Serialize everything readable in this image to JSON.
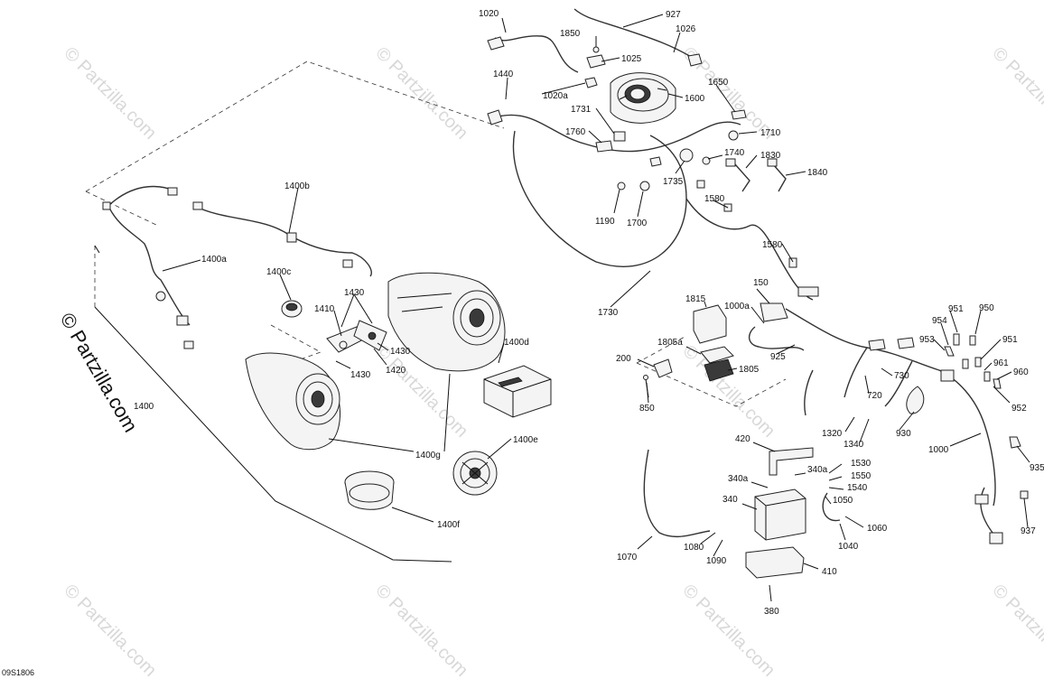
{
  "diagram": {
    "diagram_code": "09S1806",
    "watermark": "© Partzilla.com",
    "watermark_small": "© Partzilla.com",
    "callouts": {
      "c1020": "1020",
      "c927": "927",
      "c1850": "1850",
      "c1026": "1026",
      "c1025": "1025",
      "c1440": "1440",
      "c1020a": "1020a",
      "c1600": "1600",
      "c1650": "1650",
      "c1731": "1731",
      "c1760": "1760",
      "c1710": "1710",
      "c1740": "1740",
      "c1830": "1830",
      "c1840": "1840",
      "c1735": "1735",
      "c1580": "1580",
      "c1190": "1190",
      "c1700": "1700",
      "c1400b": "1400b",
      "c1400a": "1400a",
      "c1400c": "1400c",
      "c1430a": "1430",
      "c1410": "1410",
      "c1430b": "1430",
      "c1430c": "1430",
      "c1420": "1420",
      "c1400": "1400",
      "c1400d": "1400d",
      "c1400g": "1400g",
      "c1400e": "1400e",
      "c1400f": "1400f",
      "c1730": "1730",
      "c1580b": "1580",
      "c1815": "1815",
      "c1000a": "1000a",
      "c150": "150",
      "c1805a": "1805a",
      "c200": "200",
      "c1805": "1805",
      "c925": "925",
      "c850": "850",
      "c951a": "951",
      "c950": "950",
      "c954": "954",
      "c953": "953",
      "c951b": "951",
      "c961": "961",
      "c960": "960",
      "c730": "730",
      "c720": "720",
      "c952": "952",
      "c1320": "1320",
      "c1340": "1340",
      "c930": "930",
      "c1000": "1000",
      "c935": "935",
      "c420": "420",
      "c340a1": "340a",
      "c340a2": "340a",
      "c1530": "1530",
      "c1550": "1550",
      "c1540": "1540",
      "c340": "340",
      "c1050": "1050",
      "c1060": "1060",
      "c1040": "1040",
      "c937": "937",
      "c1070": "1070",
      "c1080": "1080",
      "c1090": "1090",
      "c410": "410",
      "c380": "380"
    }
  }
}
